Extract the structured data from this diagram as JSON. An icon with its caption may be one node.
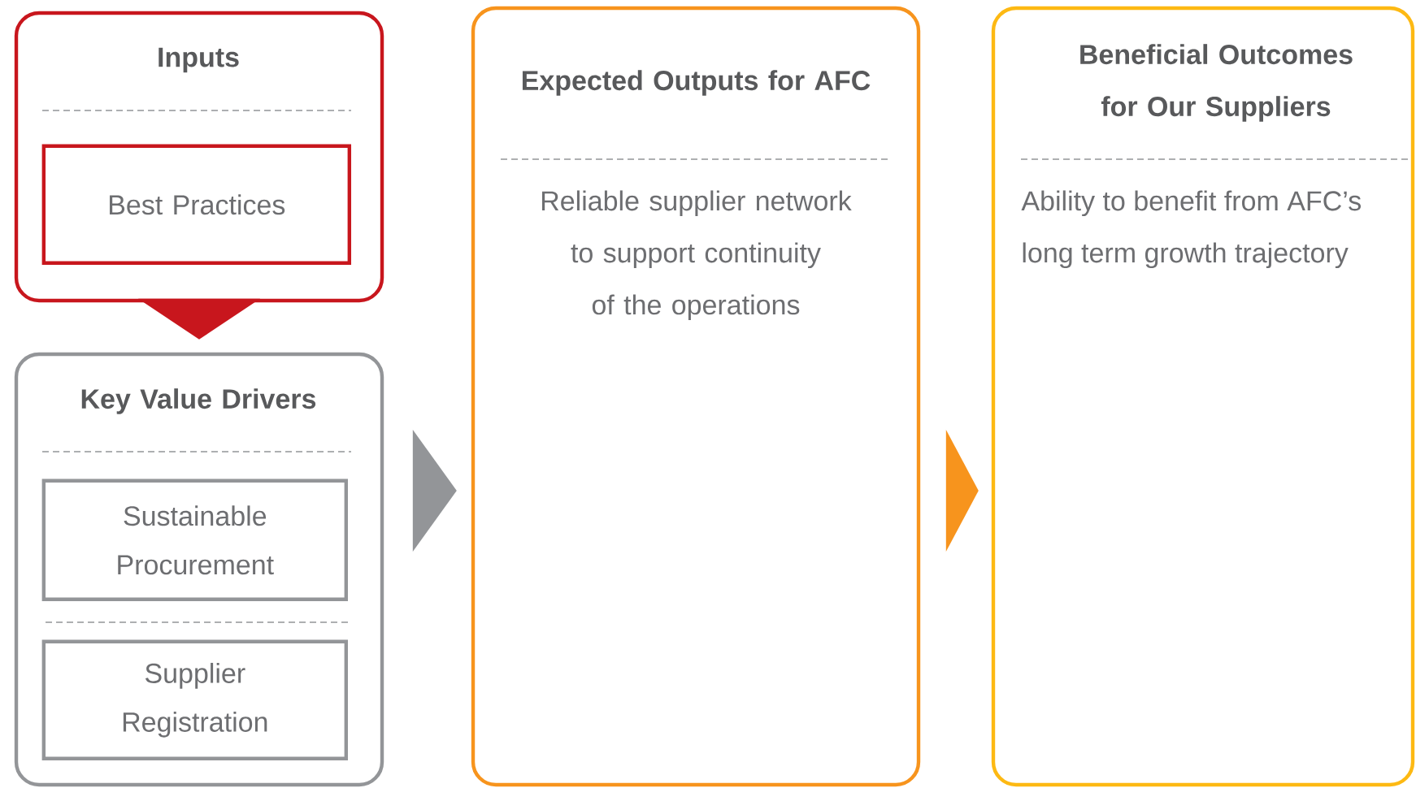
{
  "diagram": {
    "nodes": [
      {
        "text": [
          "Inputs"
        ]
      },
      {
        "text": [
          "Best Practices"
        ],
        "in": 0
      },
      {
        "text": [
          "Key Value Drivers"
        ]
      },
      {
        "text": [
          "Sustainable Procurement"
        ],
        "in": 2
      },
      {
        "text": [
          "Supplier Registration"
        ],
        "in": 2
      },
      {
        "text": [
          "Expected Outputs for AFC",
          "Reliable supplier network to support continuity of the operations"
        ]
      },
      {
        "text": [
          "Beneficial Outcomes for Our Suppliers",
          "Ability to benefit from AFC’s long term growth trajectory"
        ]
      }
    ],
    "edges": [
      {
        "from": 0,
        "to": 2,
        "arrow": "to",
        "color": "#c8161d"
      },
      {
        "from": 2,
        "to": 5,
        "arrow": "to",
        "color": "#939598"
      },
      {
        "from": 5,
        "to": 6,
        "arrow": "to",
        "color": "#f7941d"
      }
    ]
  }
}
